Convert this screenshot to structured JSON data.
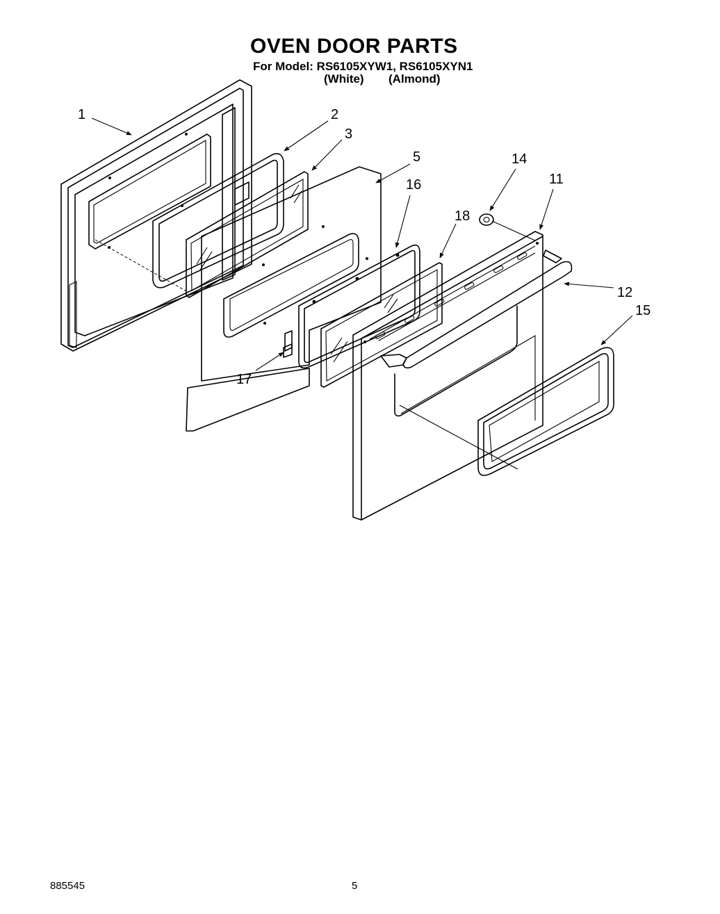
{
  "header": {
    "title": "OVEN DOOR PARTS",
    "model_line": "For Model: RS6105XYW1, RS6105XYN1",
    "finish_white": "(White)",
    "finish_almond": "(Almond)"
  },
  "callouts": {
    "c1": "1",
    "c2": "2",
    "c3": "3",
    "c5": "5",
    "c11": "11",
    "c12": "12",
    "c14": "14",
    "c15": "15",
    "c16": "16",
    "c17": "17",
    "c18": "18"
  },
  "footer": {
    "doc_number": "885545",
    "page_number": "5"
  }
}
